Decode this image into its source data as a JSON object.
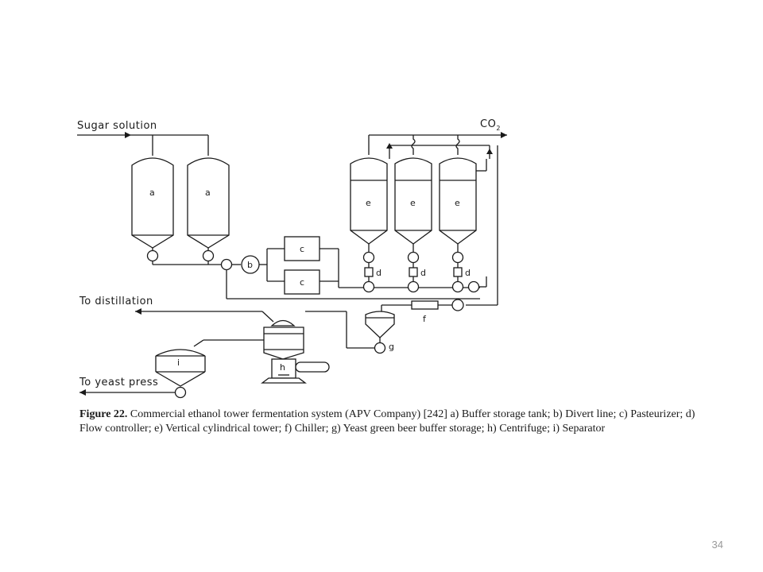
{
  "diagram": {
    "labels": {
      "sugar_solution": "Sugar solution",
      "co2": "CO",
      "co2_sub": "2",
      "to_distillation": "To distillation",
      "to_yeast_press": "To yeast press"
    },
    "component_letters": {
      "a": "a",
      "b": "b",
      "c": "c",
      "d": "d",
      "e": "e",
      "f": "f",
      "g": "g",
      "h": "h",
      "i": "i"
    }
  },
  "caption": {
    "figure_label": "Figure 22.",
    "text": " Commercial ethanol tower fermentation system (APV Company) [242] a) Buffer storage tank; b) Divert line; c) Pasteurizer; d) Flow controller; e) Vertical cylindrical tower; f) Chiller; g) Yeast green beer buffer storage; h) Centrifuge; i) Separator"
  },
  "page_number": "34"
}
